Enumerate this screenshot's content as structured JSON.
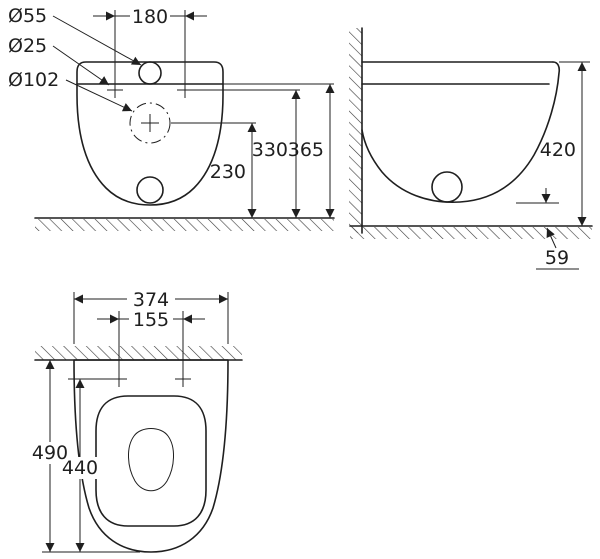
{
  "colors": {
    "line": "#1f1f1f",
    "background": "#ffffff"
  },
  "drawing": {
    "front_view": {
      "dia55": "Ø55",
      "dia25": "Ø25",
      "dia102": "Ø102",
      "spacing180": "180",
      "h230": "230",
      "h330": "330",
      "h365": "365"
    },
    "side_view": {
      "h420": "420",
      "gap59": "59"
    },
    "top_view": {
      "w374": "374",
      "spacing155": "155",
      "l490": "490",
      "l440": "440"
    }
  }
}
